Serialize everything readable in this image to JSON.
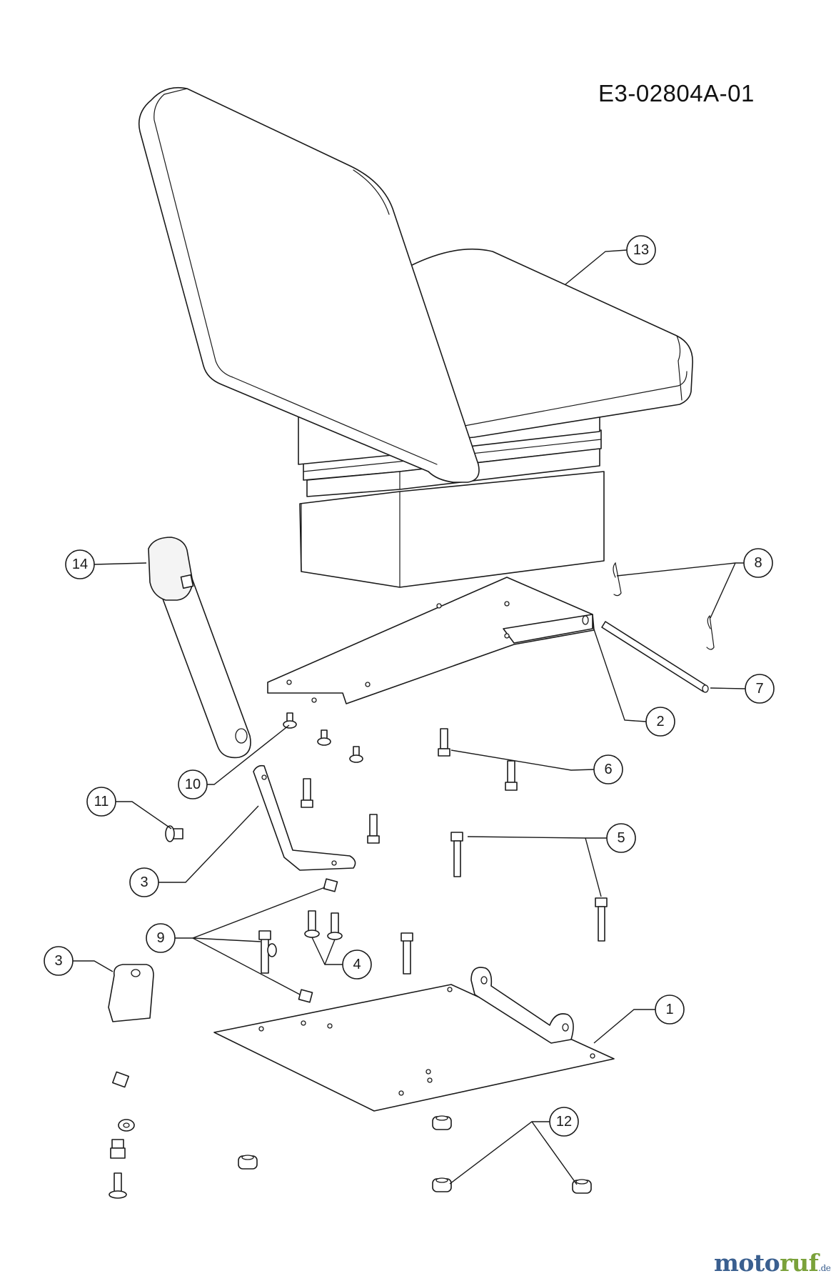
{
  "diagram": {
    "code": "E3-02804A-01",
    "callouts": [
      "1",
      "2",
      "3",
      "3",
      "4",
      "5",
      "6",
      "7",
      "8",
      "9",
      "10",
      "11",
      "12",
      "13",
      "14"
    ]
  },
  "brand": {
    "name_part1": "moto",
    "name_part2": "ruf",
    "tld": ".de"
  },
  "colors": {
    "line": "#1a1a1a",
    "brand_blue": "#3a5f8f",
    "brand_green": "#7aa13a"
  }
}
